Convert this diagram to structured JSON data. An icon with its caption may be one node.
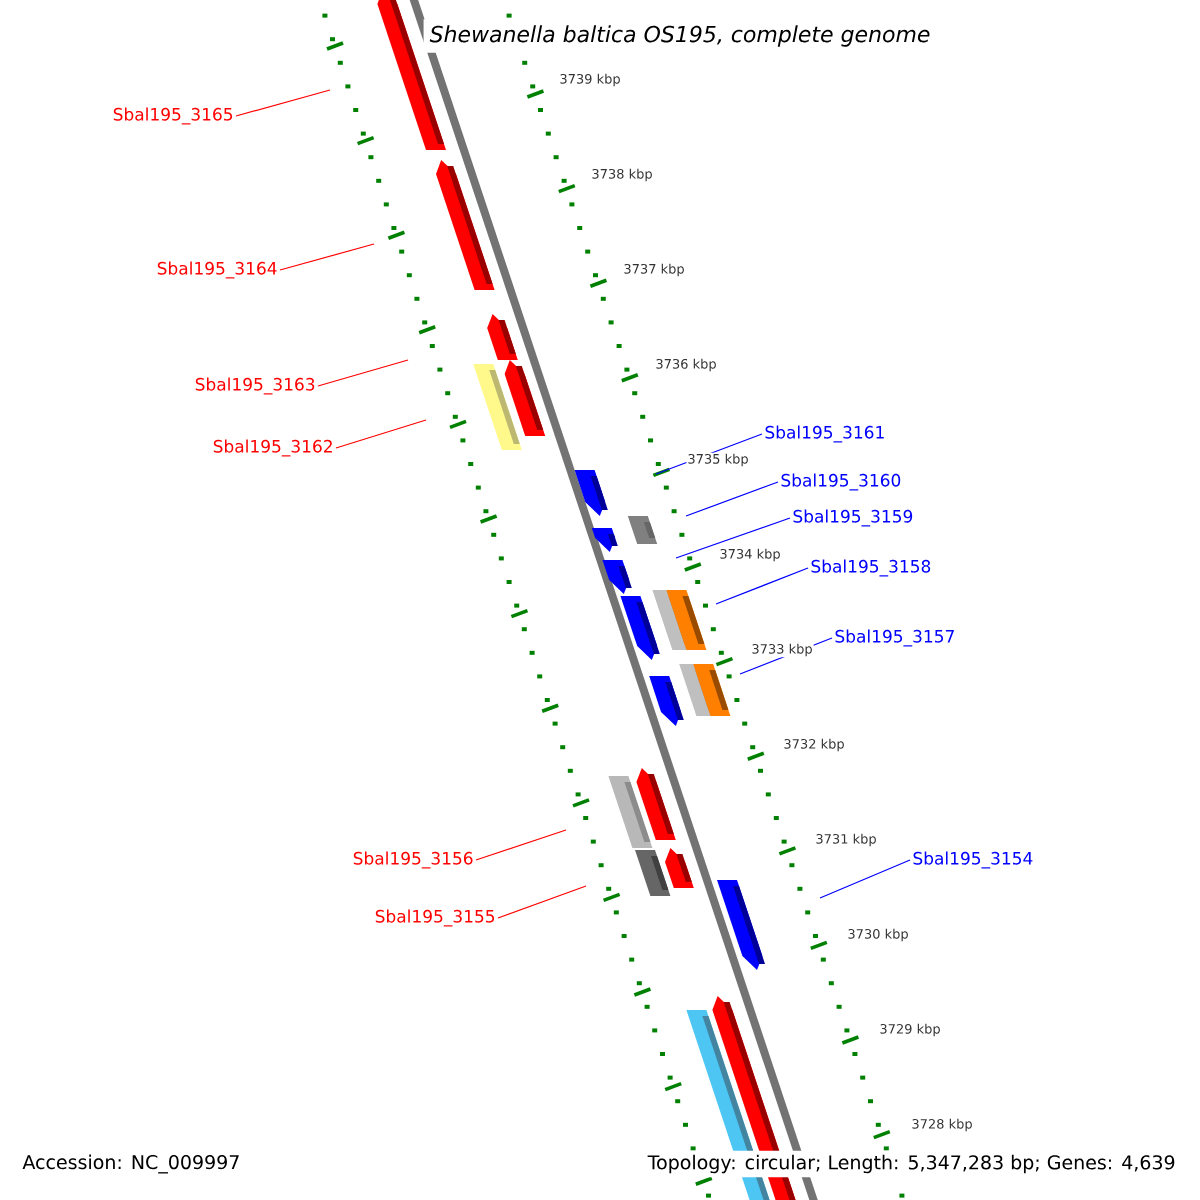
{
  "diagram": {
    "title": "Shewanella baltica OS195, complete genome",
    "nodes": [
      {
        "text": [
          "Sbal195_3165"
        ]
      },
      {
        "text": [
          "Sbal195_3164"
        ]
      },
      {
        "text": [
          "Sbal195_3163"
        ]
      },
      {
        "text": [
          "Sbal195_3162"
        ]
      },
      {
        "text": [
          "Sbal195_3161"
        ]
      },
      {
        "text": [
          "Sbal195_3160"
        ]
      },
      {
        "text": [
          "Sbal195_3159"
        ]
      },
      {
        "text": [
          "Sbal195_3158"
        ]
      },
      {
        "text": [
          "Sbal195_3157"
        ]
      },
      {
        "text": [
          "Sbal195_3156"
        ]
      },
      {
        "text": [
          "Sbal195_3155"
        ]
      },
      {
        "text": [
          "Sbal195_3154"
        ]
      }
    ],
    "edges": [
      {
        "from": 0,
        "to": null,
        "arrow": "none",
        "color": "#ff0000"
      },
      {
        "from": 1,
        "to": null,
        "arrow": "none",
        "color": "#ff0000"
      },
      {
        "from": 2,
        "to": null,
        "arrow": "none",
        "color": "#ff0000"
      },
      {
        "from": 3,
        "to": null,
        "arrow": "none",
        "color": "#ff0000"
      },
      {
        "from": 4,
        "to": null,
        "arrow": "none",
        "color": "#0000ff"
      },
      {
        "from": 5,
        "to": null,
        "arrow": "none",
        "color": "#0000ff"
      },
      {
        "from": 6,
        "to": null,
        "arrow": "none",
        "color": "#0000ff"
      },
      {
        "from": 7,
        "to": null,
        "arrow": "none",
        "color": "#0000ff"
      },
      {
        "from": 8,
        "to": null,
        "arrow": "none",
        "color": "#0000ff"
      },
      {
        "from": 9,
        "to": null,
        "arrow": "none",
        "color": "#ff0000"
      },
      {
        "from": 10,
        "to": null,
        "arrow": "none",
        "color": "#ff0000"
      },
      {
        "from": 11,
        "to": null,
        "arrow": "none",
        "color": "#0000ff"
      }
    ],
    "labels": [
      "3739 kbp",
      "3738 kbp",
      "3737 kbp",
      "3736 kbp",
      "3735 kbp",
      "3734 kbp",
      "3733 kbp",
      "3732 kbp",
      "3731 kbp",
      "3730 kbp",
      "3729 kbp",
      "3728 kbp",
      "Accession: NC_009997",
      "Topology: circular; Length: 5,347,283 bp; Genes: 4,639"
    ]
  }
}
